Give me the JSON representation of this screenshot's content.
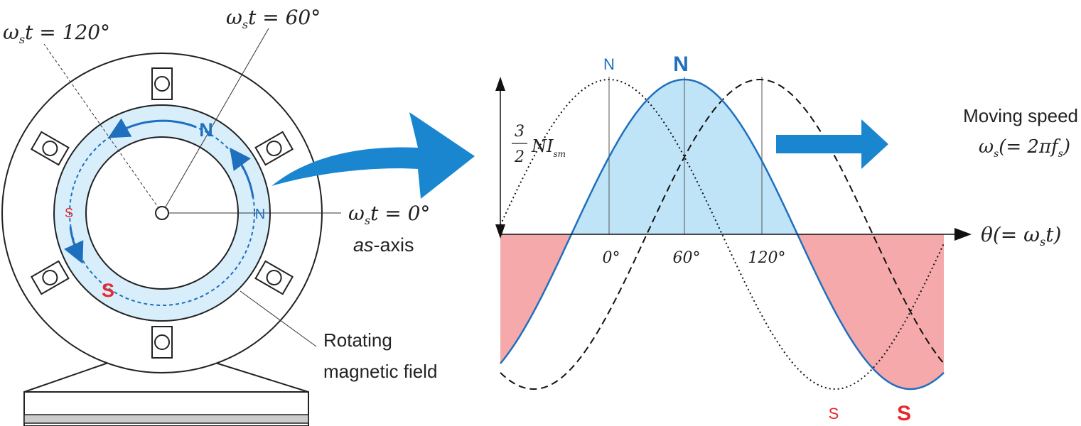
{
  "motor": {
    "label_wt120_prefix": "ω",
    "label_wt120_sub": "s",
    "label_wt120_suffix": "t = 120°",
    "label_wt60_prefix": "ω",
    "label_wt60_sub": "s",
    "label_wt60_suffix": "t = 60°",
    "label_wt0_prefix": "ω",
    "label_wt0_sub": "s",
    "label_wt0_suffix": "t = 0°",
    "axis_label_italic": "as",
    "axis_label_rest": "-axis",
    "pole_n_big": "N",
    "pole_n_small": "N",
    "pole_s_big": "S",
    "pole_s_small": "S",
    "rotating_field_line1": "Rotating",
    "rotating_field_line2": "magnetic field"
  },
  "wave": {
    "amplitude_num": "3",
    "amplitude_den": "2",
    "amplitude_expr": "NI",
    "amplitude_sub": "sm",
    "theta_label": "θ(= ωst)",
    "theta_prefix": "θ(= ω",
    "theta_sub": "s",
    "theta_suffix": "t)",
    "tick_0": "0°",
    "tick_60": "60°",
    "tick_120": "120°",
    "pole_n_small": "N",
    "pole_n_big": "N",
    "pole_s_small": "S",
    "pole_s_big": "S",
    "speed_line1": "Moving speed",
    "speed_line2_prefix": "ω",
    "speed_line2_sub": "s",
    "speed_line2_suffix": "(= 2πf",
    "speed_line2_sub2": "s",
    "speed_line2_end": ")"
  },
  "colors": {
    "blue": "#1f6fbf",
    "arrow_blue": "#1a86d0",
    "light_blue": "#bfe3f7",
    "pink": "#f5a9aa",
    "red": "#e8282b"
  }
}
